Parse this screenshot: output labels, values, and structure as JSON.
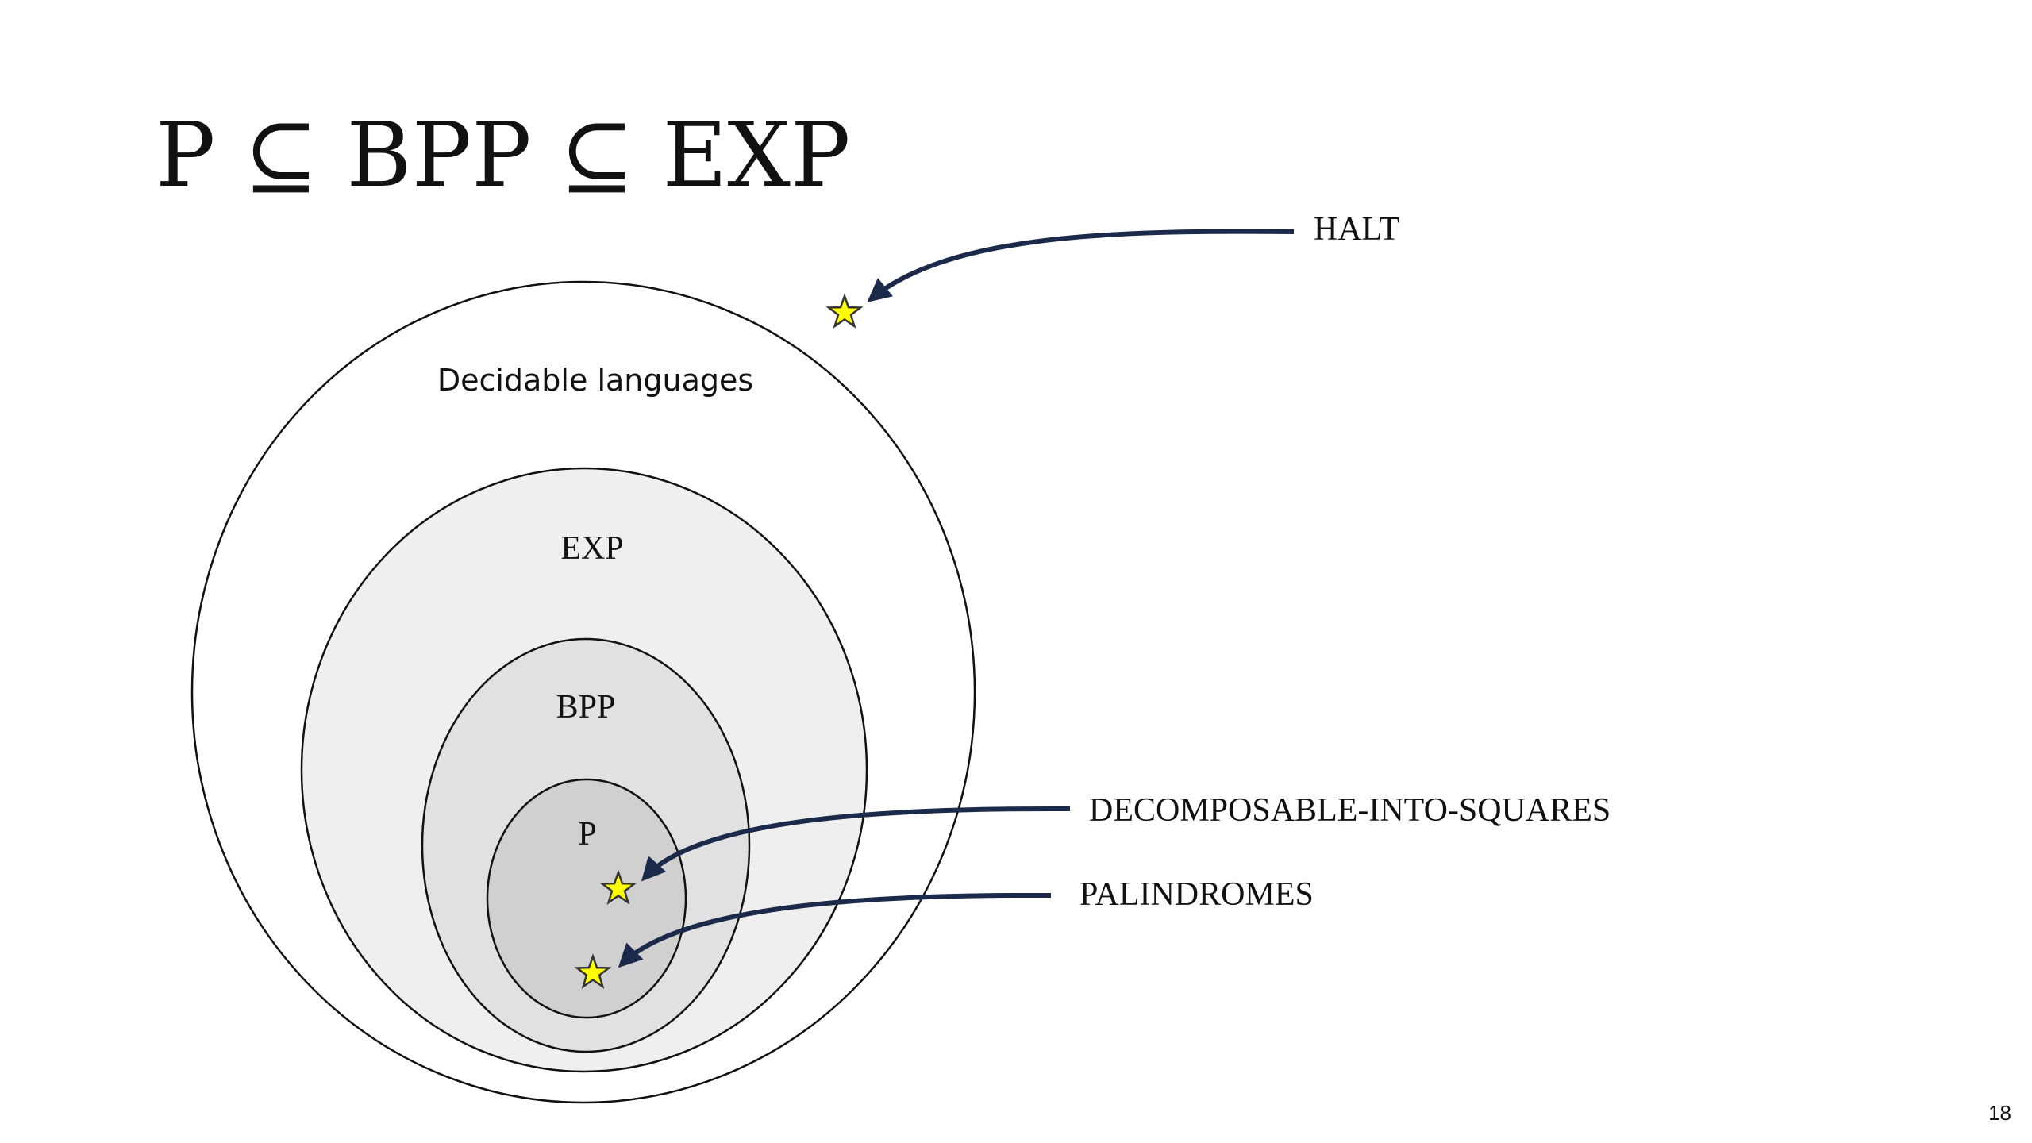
{
  "slide": {
    "title": "P ⊆ BPP ⊆ EXP",
    "page_number": "18"
  },
  "diagram": {
    "regions": {
      "decidable": {
        "label": "Decidable languages",
        "fill": "#ffffff"
      },
      "exp": {
        "label": "EXP",
        "fill": "#efefef"
      },
      "bpp": {
        "label": "BPP",
        "fill": "#e1e1e1"
      },
      "p": {
        "label": "P",
        "fill": "#d0d0d0"
      }
    },
    "pointers": {
      "halt": "HALT",
      "squares": "DECOMPOSABLE-INTO-SQUARES",
      "palindromes": "PALINDROMES"
    },
    "colors": {
      "arrow": "#1b2a4a",
      "star_fill": "#ffff00",
      "star_stroke": "#333333",
      "outline": "#111111"
    }
  }
}
